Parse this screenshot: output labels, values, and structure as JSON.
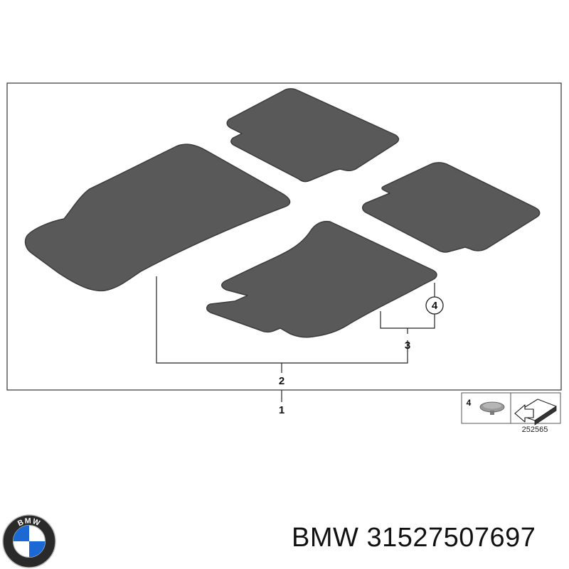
{
  "diagram": {
    "callouts": {
      "item_1": "1",
      "item_2": "2",
      "item_3": "3",
      "item_4": "4"
    },
    "legend": {
      "item_label": "4",
      "image_number": "252565"
    }
  },
  "logo": {
    "brand_text": "BMW",
    "colors": {
      "outer_ring": "#2a2a2a",
      "blue": "#1c69d4",
      "white": "#ffffff"
    }
  },
  "caption": {
    "brand": "BMW",
    "part_number": "31527507697"
  },
  "colors": {
    "mat_fill": "#595959",
    "mat_stroke": "#3c3c3c",
    "line": "#222222",
    "frame": "#333333"
  }
}
